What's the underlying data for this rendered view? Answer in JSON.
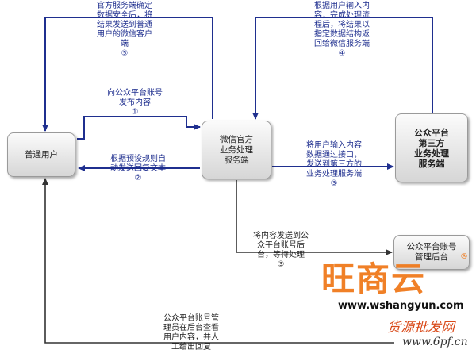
{
  "nodes": {
    "user": "普通用户",
    "wechat": "微信官方\n业务处理\n服务端",
    "third": "公众平台\n第三方\n业务处理\n服务端",
    "backend": "公众平台账号\n管理后台"
  },
  "labels": {
    "l5": "官方服务端确定\n数据安全后，将\n结果发送到普通\n用户的微信客户\n端\n⑤",
    "l4": "根据用户输入内\n容，完成处理流\n程后，将结果以\n指定数据结构返\n回给微信服务端\n④",
    "l1": "向公众平台账号\n发布内容\n①",
    "l2": "根据预设规则自\n动发送回复文本\n②",
    "l3a": "将用户输入内容\n数据通过接口，\n发送到第三方的\n业务处理服务端\n③",
    "l3b": "将内容发送到公\n众平台账号后\n台，等待处理\n③",
    "lreply": "公众平台账号管\n理员在后台查看\n用户内容，并人\n工给出回复"
  },
  "watermark": {
    "logo": "旺商云",
    "reg": "®",
    "url": "www.wshangyun.com",
    "slogan": "货源批发网",
    "url2": "www.6pf.cn"
  }
}
